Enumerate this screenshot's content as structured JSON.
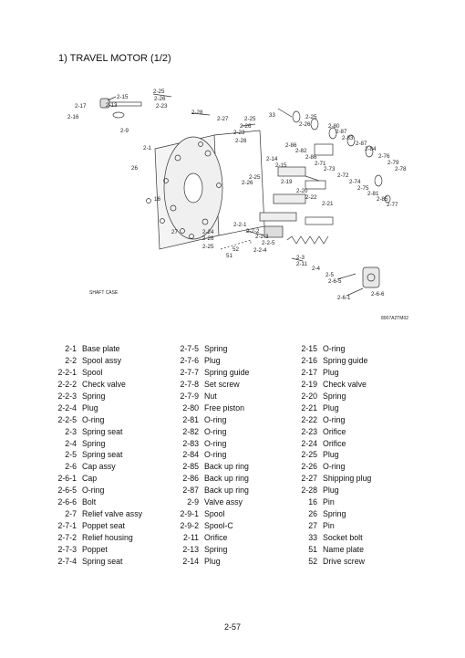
{
  "title": "1) TRAVEL MOTOR (1/2)",
  "diagram": {
    "shaft_case_label": "SHAFT CASE",
    "figure_code": "8007A2TM02",
    "callouts": [
      "2-15",
      "2-25",
      "2-26",
      "2-23",
      "2-17",
      "2-13",
      "2-16",
      "2-9",
      "2-28",
      "2-27",
      "2-25",
      "2-26",
      "2-23",
      "2-28",
      "33",
      "2-25",
      "2-26",
      "2-80",
      "2-87",
      "2-83",
      "2-87",
      "2-84",
      "2-76",
      "2-79",
      "2-78",
      "2-86",
      "2-82",
      "2-86",
      "2-71",
      "2-73",
      "2-72",
      "2-74",
      "2-75",
      "2-81",
      "2-85",
      "2-77",
      "2-14",
      "2-15",
      "2-25",
      "2-26",
      "2-19",
      "2-20",
      "2-22",
      "2-21",
      "2-1",
      "26",
      "16",
      "27",
      "2-24",
      "2-26",
      "2-25",
      "2-2-1",
      "2-2-2",
      "2-2-3",
      "2-2-5",
      "2-2-4",
      "52",
      "51",
      "2-3",
      "2-11",
      "2-4",
      "2-5",
      "2-6-5",
      "2-6-6",
      "2-6-1"
    ]
  },
  "parts": {
    "col1": [
      {
        "no": "2-1",
        "name": "Base plate"
      },
      {
        "no": "2-2",
        "name": "Spool assy"
      },
      {
        "no": "2-2-1",
        "name": "Spool"
      },
      {
        "no": "2-2-2",
        "name": "Check valve"
      },
      {
        "no": "2-2-3",
        "name": "Spring"
      },
      {
        "no": "2-2-4",
        "name": "Plug"
      },
      {
        "no": "2-2-5",
        "name": "O-ring"
      },
      {
        "no": "2-3",
        "name": "Spring seat"
      },
      {
        "no": "2-4",
        "name": "Spring"
      },
      {
        "no": "2-5",
        "name": "Spring seat"
      },
      {
        "no": "2-6",
        "name": "Cap assy"
      },
      {
        "no": "2-6-1",
        "name": "Cap"
      },
      {
        "no": "2-6-5",
        "name": "O-ring"
      },
      {
        "no": "2-6-6",
        "name": "Bolt"
      },
      {
        "no": "2-7",
        "name": "Relief valve assy"
      },
      {
        "no": "2-7-1",
        "name": "Poppet seat"
      },
      {
        "no": "2-7-2",
        "name": "Relief housing"
      },
      {
        "no": "2-7-3",
        "name": "Poppet"
      },
      {
        "no": "2-7-4",
        "name": "Spring seat"
      }
    ],
    "col2": [
      {
        "no": "2-7-5",
        "name": "Spring"
      },
      {
        "no": "2-7-6",
        "name": "Plug"
      },
      {
        "no": "2-7-7",
        "name": "Spring guide"
      },
      {
        "no": "2-7-8",
        "name": "Set screw"
      },
      {
        "no": "2-7-9",
        "name": "Nut"
      },
      {
        "no": "2-80",
        "name": "Free piston"
      },
      {
        "no": "2-81",
        "name": "O-ring"
      },
      {
        "no": "2-82",
        "name": "O-ring"
      },
      {
        "no": "2-83",
        "name": "O-ring"
      },
      {
        "no": "2-84",
        "name": "O-ring"
      },
      {
        "no": "2-85",
        "name": "Back up ring"
      },
      {
        "no": "2-86",
        "name": "Back up ring"
      },
      {
        "no": "2-87",
        "name": "Back up ring"
      },
      {
        "no": "2-9",
        "name": "Valve assy"
      },
      {
        "no": "2-9-1",
        "name": "Spool"
      },
      {
        "no": "2-9-2",
        "name": "Spool-C"
      },
      {
        "no": "2-11",
        "name": "Orifice"
      },
      {
        "no": "2-13",
        "name": "Spring"
      },
      {
        "no": "2-14",
        "name": "Plug"
      }
    ],
    "col3": [
      {
        "no": "2-15",
        "name": "O-ring"
      },
      {
        "no": "2-16",
        "name": "Spring guide"
      },
      {
        "no": "2-17",
        "name": "Plug"
      },
      {
        "no": "2-19",
        "name": "Check valve"
      },
      {
        "no": "2-20",
        "name": "Spring"
      },
      {
        "no": "2-21",
        "name": "Plug"
      },
      {
        "no": "2-22",
        "name": "O-ring"
      },
      {
        "no": "2-23",
        "name": "Orifice"
      },
      {
        "no": "2-24",
        "name": "Orifice"
      },
      {
        "no": "2-25",
        "name": "Plug"
      },
      {
        "no": "2-26",
        "name": "O-ring"
      },
      {
        "no": "2-27",
        "name": "Shipping plug"
      },
      {
        "no": "2-28",
        "name": "Plug"
      },
      {
        "no": "16",
        "name": "Pin"
      },
      {
        "no": "26",
        "name": "Spring"
      },
      {
        "no": "27",
        "name": "Pin"
      },
      {
        "no": "33",
        "name": "Socket bolt"
      },
      {
        "no": "51",
        "name": "Name plate"
      },
      {
        "no": "52",
        "name": "Drive screw"
      }
    ]
  },
  "page_number": "2-57"
}
